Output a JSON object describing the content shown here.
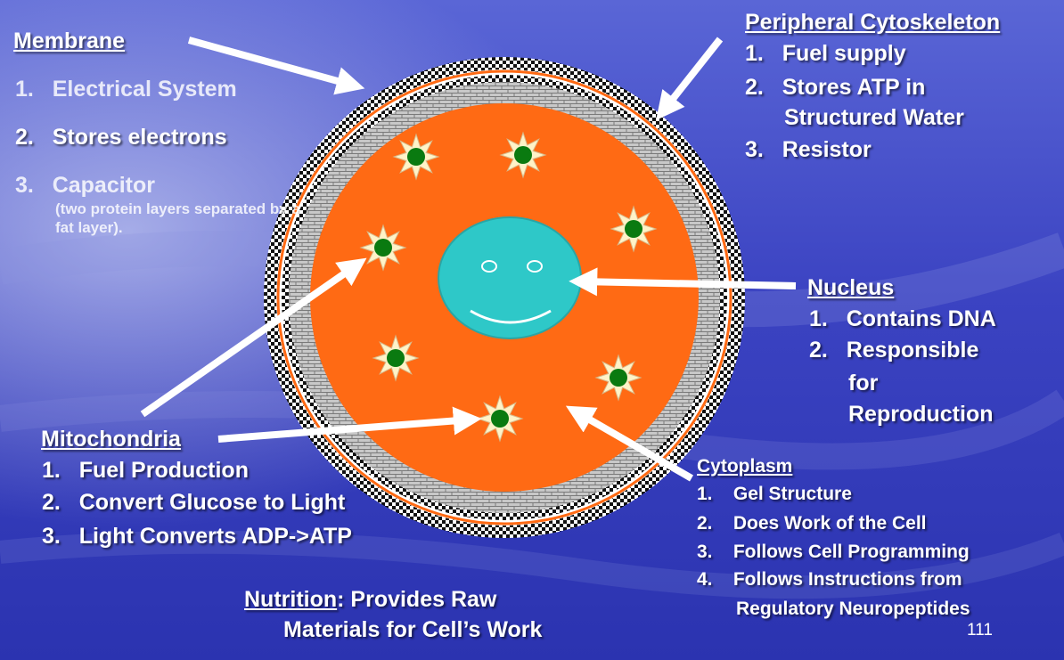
{
  "colors": {
    "background": "#3a3fbf",
    "cytoplasm": "#ff6a14",
    "nucleus": "#2ec8c8",
    "mitochondrion": "#0a7a10",
    "label_text": "#ffffff"
  },
  "membrane": {
    "heading": "Membrane",
    "items": [
      {
        "num": "1.",
        "text": "Electrical System"
      },
      {
        "num": "2.",
        "text": "Stores electrons"
      },
      {
        "num": "3.",
        "text": "Capacitor",
        "note": "(two protein layers separated by a fat layer)."
      }
    ]
  },
  "cytoskeleton": {
    "heading": "Peripheral Cytoskeleton",
    "items": [
      {
        "num": "1.",
        "text": "Fuel supply"
      },
      {
        "num": "2.",
        "text": "Stores ATP in"
      },
      {
        "num": "",
        "text": "Structured Water"
      },
      {
        "num": "3.",
        "text": "Resistor"
      }
    ]
  },
  "nucleus": {
    "heading": "Nucleus",
    "items": [
      {
        "num": "1.",
        "text": "Contains DNA"
      },
      {
        "num": "2.",
        "text": "Responsible"
      },
      {
        "num": "",
        "text": "for"
      },
      {
        "num": "",
        "text": "Reproduction"
      }
    ]
  },
  "mitochondria": {
    "heading": "Mitochondria",
    "items": [
      {
        "num": "1.",
        "text": "Fuel Production"
      },
      {
        "num": "2.",
        "text": "Convert Glucose to Light"
      },
      {
        "num": "3.",
        "text": "Light Converts ADP->ATP"
      }
    ]
  },
  "cytoplasm": {
    "heading": "Cytoplasm",
    "items": [
      {
        "num": "1.",
        "text": "Gel Structure"
      },
      {
        "num": "2.",
        "text": "Does Work of the Cell"
      },
      {
        "num": "3.",
        "text": "Follows Cell Programming"
      },
      {
        "num": "4.",
        "text": "Follows Instructions from"
      },
      {
        "num": "",
        "text": "Regulatory Neuropeptides"
      }
    ]
  },
  "nutrition": {
    "heading": "Nutrition",
    "line1": ":  Provides Raw",
    "line2": "Materials for Cell’s Work"
  },
  "page_number": "111"
}
